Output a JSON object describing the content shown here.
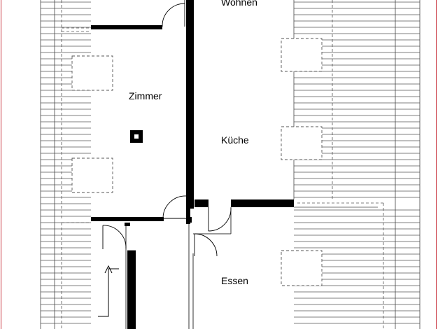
{
  "plan": {
    "frame_color": "#c8323c",
    "rooms": {
      "wohnen": "Wohnen",
      "zimmer": "Zimmer",
      "kueche": "Küche",
      "essen": "Essen"
    }
  }
}
